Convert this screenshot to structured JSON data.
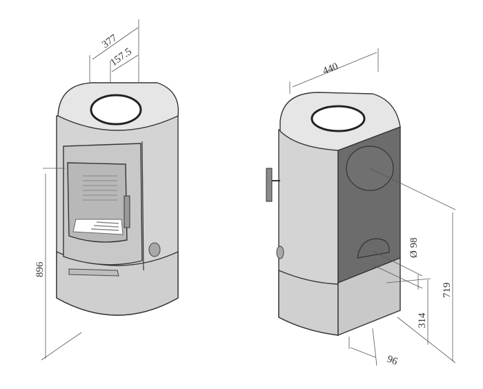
{
  "dimensions": {
    "depth": "377",
    "flue_offset": "157.5",
    "width": "440",
    "height": "896",
    "air_inlet_diameter": "Ø 98",
    "rear_outlet_height": "719",
    "air_inlet_height": "314",
    "air_inlet_offset": "96"
  },
  "colors": {
    "body": "#d4d4d4",
    "top": "#e6e6e6",
    "door_glass": "#b8b8b8",
    "rear_panel": "#6c6c6c",
    "outline": "#333333"
  }
}
